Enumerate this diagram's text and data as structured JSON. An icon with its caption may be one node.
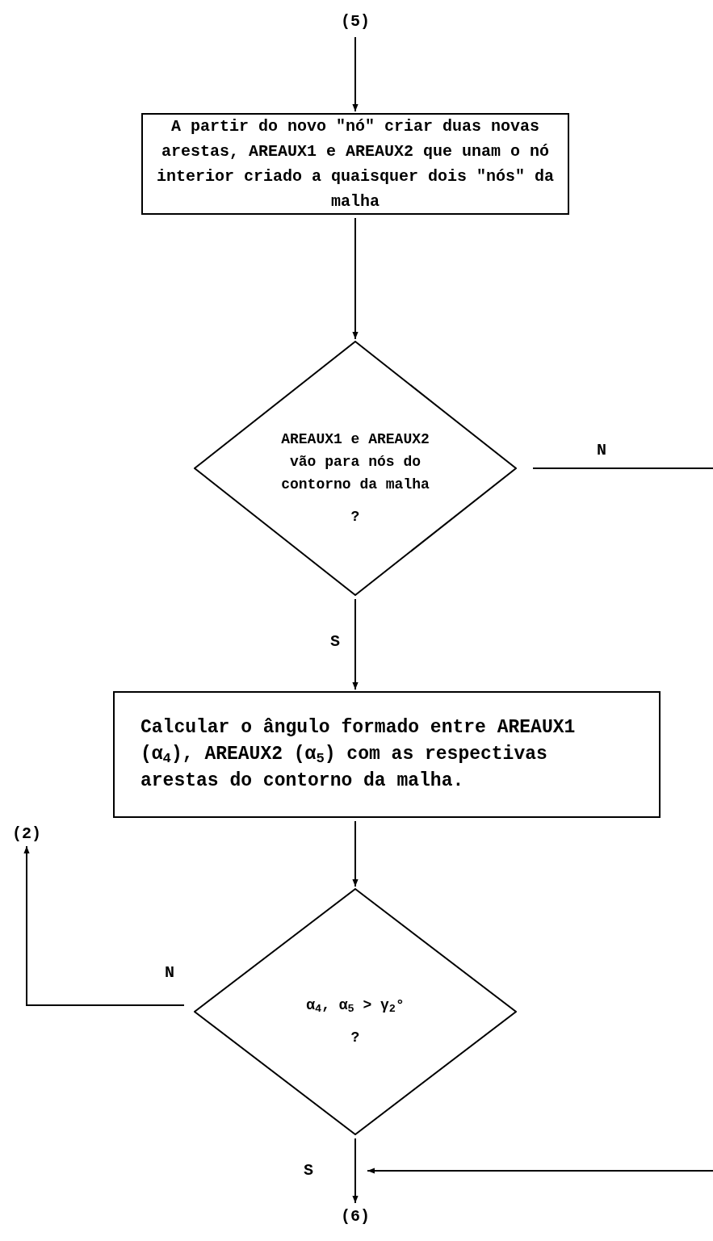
{
  "diagram": {
    "nodes": [
      {
        "text": [
          "(5)"
        ]
      },
      {
        "text": [
          "A partir do novo \"nó\" criar duas novas arestas, AREAUX1 e AREAUX2 que unam o nó interior criado a quaisquer dois \"nós\" da malha"
        ]
      },
      {
        "text": [
          "AREAUX1 e AREAUX2 vão para nós do contorno da malha",
          "?"
        ]
      },
      {
        "text": [
          "Calcular o ângulo formado entre AREAUX1 (α$_{4}$), AREAUX2 (α$_{5}$) com as respectivas arestas do contorno da malha."
        ]
      },
      {
        "text": [
          "α$_{4}$, α$_{5}$ > γ$_{2}$°",
          "?"
        ]
      },
      {
        "text": [
          "(2)"
        ]
      },
      {
        "text": [
          "(6)"
        ]
      }
    ],
    "edges": [
      {
        "from": 0,
        "to": 1,
        "arrow": "to"
      },
      {
        "from": 1,
        "to": 2,
        "arrow": "to"
      },
      {
        "from": 2,
        "to": 3,
        "arrow": "to",
        "label": "S"
      },
      {
        "from": 3,
        "to": 4,
        "arrow": "to"
      },
      {
        "from": 4,
        "to": 5,
        "arrow": "to",
        "label": "N"
      },
      {
        "from": 4,
        "to": 6,
        "arrow": "to",
        "label": "S"
      },
      {
        "from": 2,
        "to": null,
        "arrow": "none",
        "label": "N"
      },
      {
        "from": null,
        "to": 6,
        "arrow": "to"
      }
    ]
  }
}
